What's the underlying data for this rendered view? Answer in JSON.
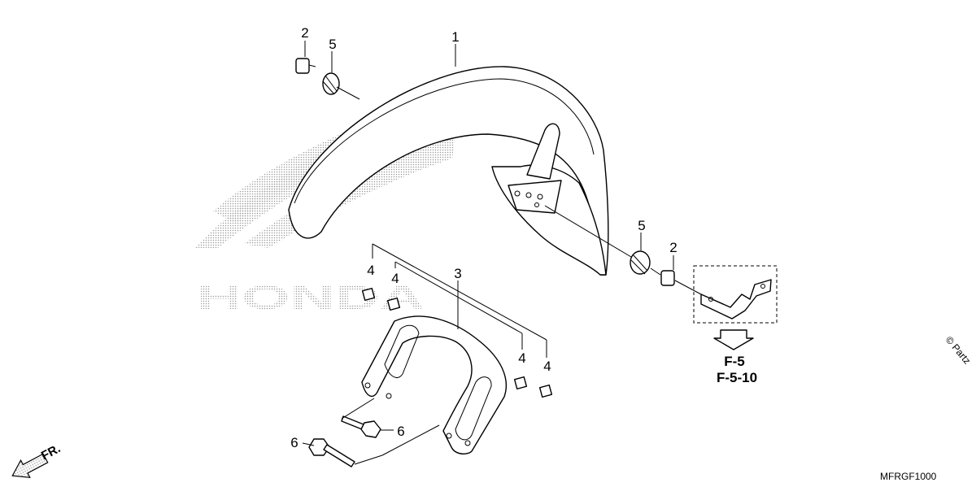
{
  "diagram": {
    "callouts": [
      "1",
      "2",
      "2",
      "3",
      "4",
      "4",
      "4",
      "4",
      "5",
      "5",
      "6",
      "6"
    ],
    "cross_reference": {
      "primary": "F-5",
      "secondary": "F-5-10"
    },
    "direction_label": "FR.",
    "watermark_brand": "HONDA",
    "diagram_code": "MFRGF1000",
    "copyright": "© Partz"
  },
  "colors": {
    "stroke": "#000000",
    "dots": "#9a9a9a",
    "background": "#ffffff"
  },
  "icons": [
    "honda-wing-watermark",
    "front-direction-arrow",
    "cross-reference-arrow"
  ]
}
